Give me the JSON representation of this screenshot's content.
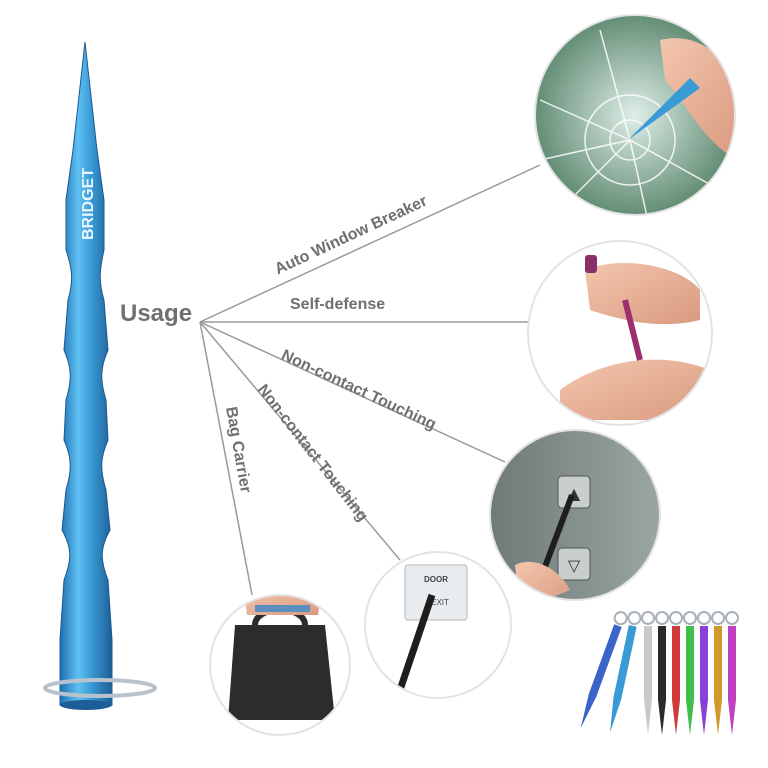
{
  "product": {
    "brand_engraving": "BRIDGET",
    "color": "#3a9ad6"
  },
  "usage": {
    "title": "Usage",
    "uses": [
      "Auto Window Breaker",
      "Self-defense",
      "Non-contact Touching",
      "Non-contact Touching",
      "Bag Carrier"
    ]
  },
  "photos": {
    "elevator_buttons": [
      "▲",
      "▽"
    ],
    "door_panel_text": [
      "DOOR",
      "EXIT"
    ]
  },
  "colors": {
    "label_gray": "#707070",
    "line_gray": "#9a9a9a",
    "variants": [
      "#3b64c9",
      "#3a9ad6",
      "#c9c9c9",
      "#2b2b2b",
      "#d23a3a",
      "#3fbf4a",
      "#8a3fd6",
      "#cf9a2a",
      "#c23fc2"
    ]
  }
}
